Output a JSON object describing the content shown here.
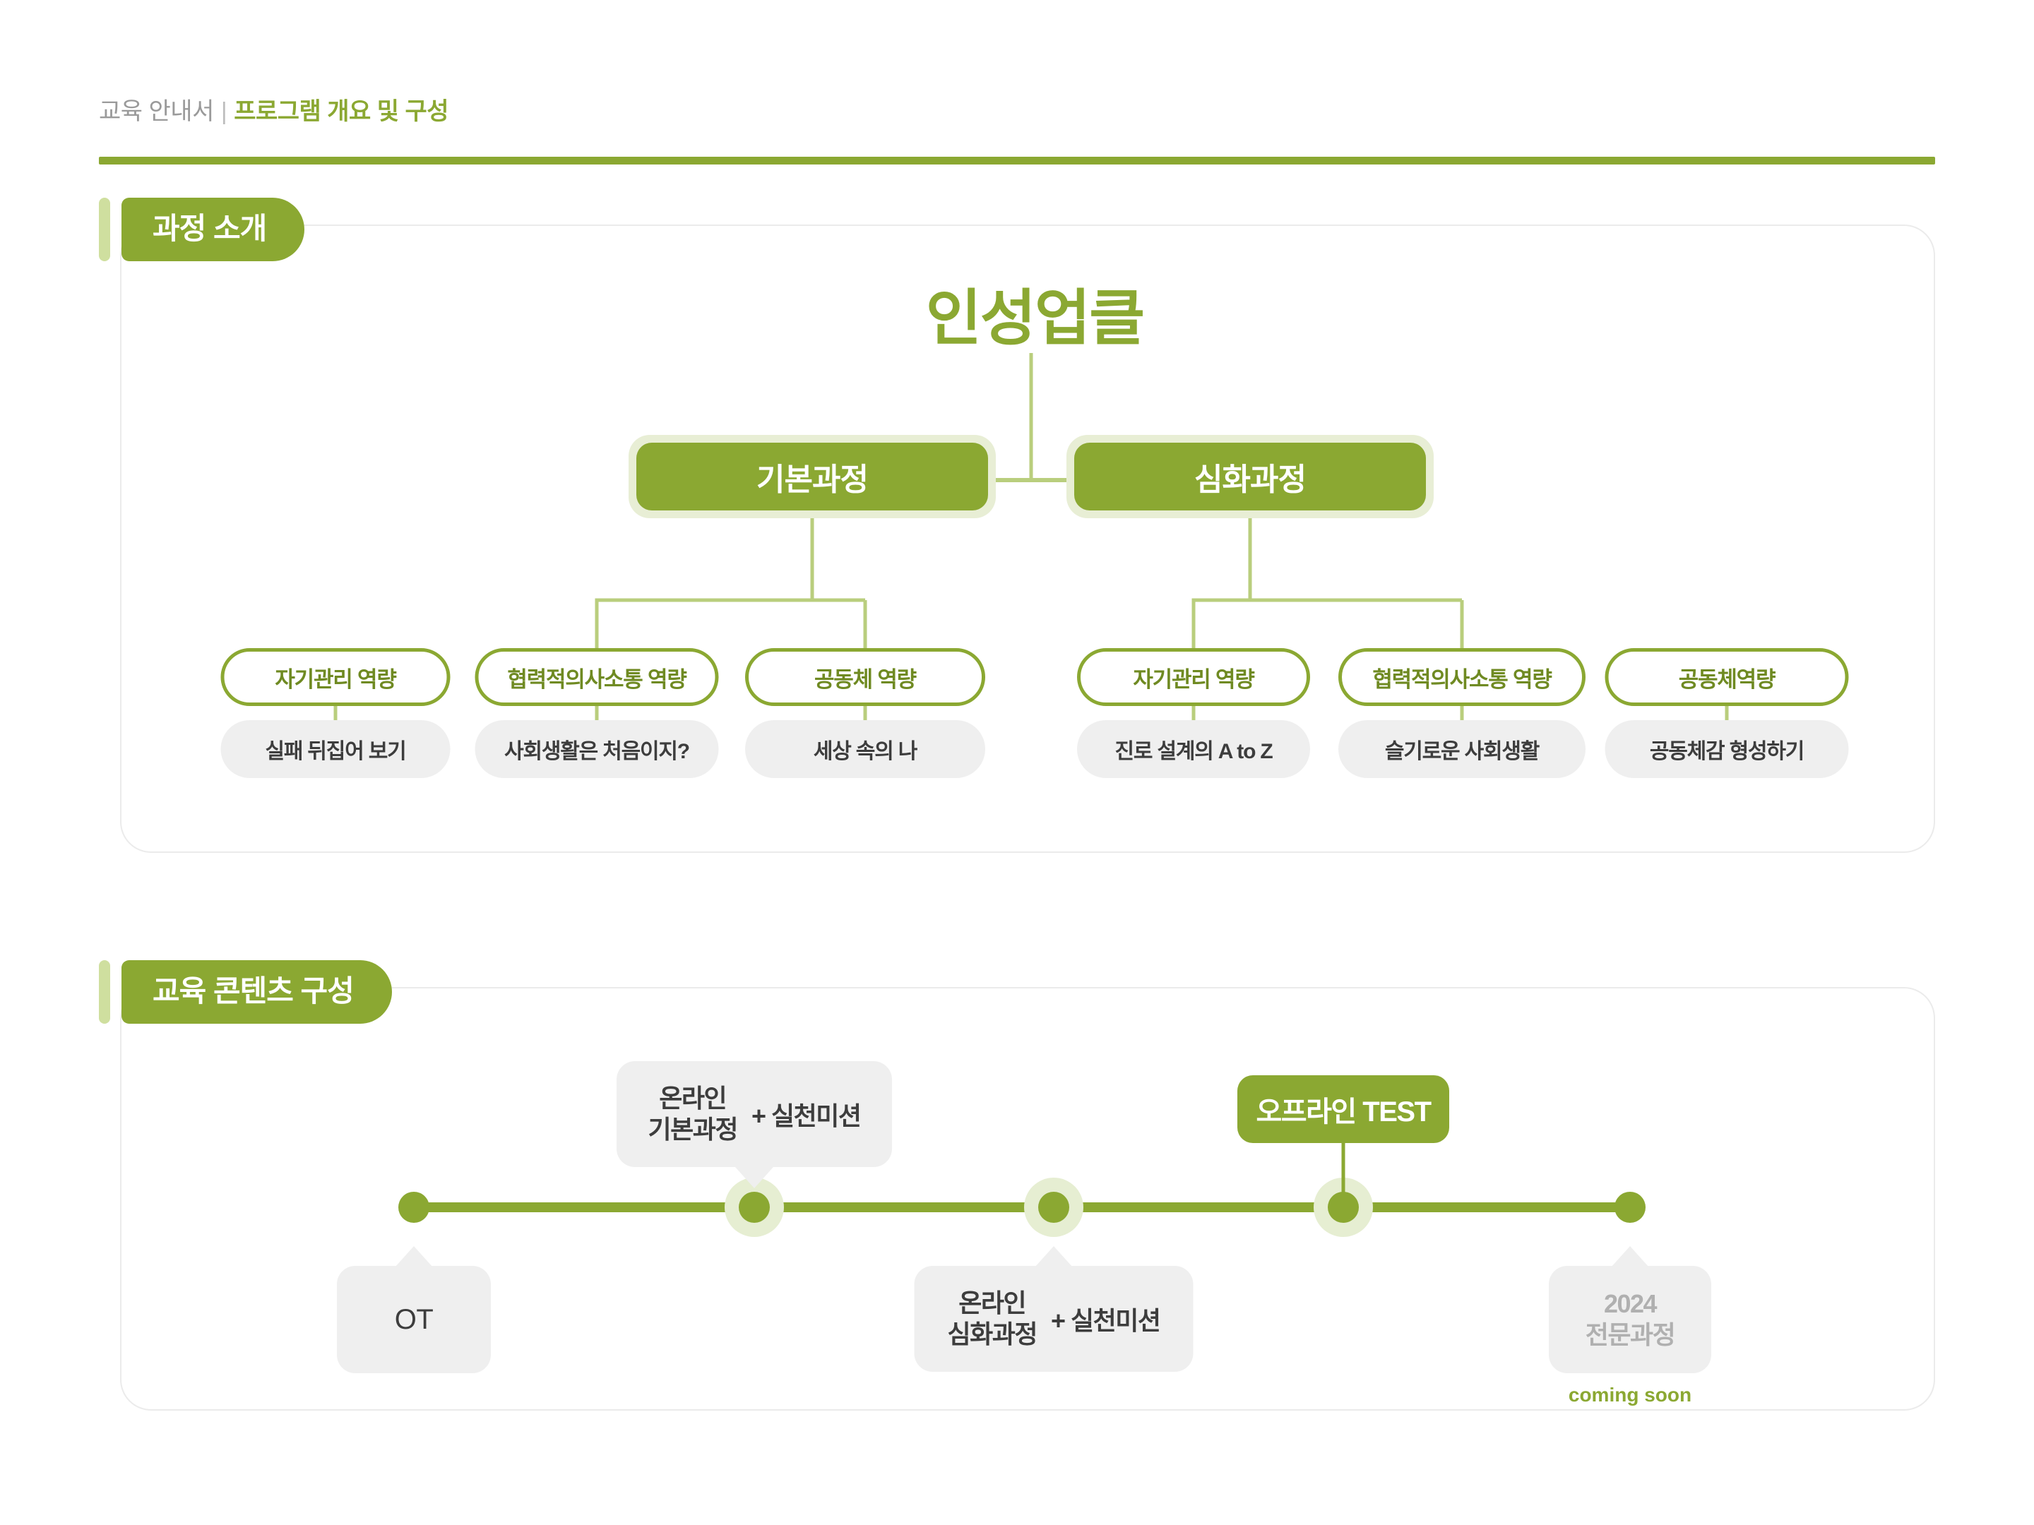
{
  "header": {
    "breadcrumb_prefix": "교육 안내서",
    "separator": "|",
    "breadcrumb_current": "프로그램 개요 및 구성"
  },
  "colors": {
    "primary_green": "#8BA832",
    "light_green": "#cfdf9f",
    "halo_green": "#e6eed2",
    "pill_gray": "#efefef",
    "text_dark": "#3d3d3d",
    "text_muted": "#9a9a9a",
    "dim_gray": "#b0b0b0"
  },
  "section1": {
    "badge_label": "과정 소개",
    "root_title": "인성업클",
    "courses": [
      {
        "label": "기본과정"
      },
      {
        "label": "심화과정"
      }
    ],
    "competencies_basic": [
      "자기관리 역량",
      "협력적의사소통 역량",
      "공동체 역량"
    ],
    "competencies_advanced": [
      "자기관리 역량",
      "협력적의사소통 역량",
      "공동체역량"
    ],
    "topics_basic": [
      "실패 뒤집어 보기",
      "사회생활은 처음이지?",
      "세상 속의 나"
    ],
    "topics_advanced": [
      "진로 설계의 A to Z",
      "슬기로운 사회생활",
      "공동체감 형성하기"
    ]
  },
  "section2": {
    "badge_label": "교육 콘텐츠 구성",
    "timeline": {
      "nodes": [
        {
          "id": "ot",
          "position": "below",
          "style": "gray",
          "line1": "OT",
          "line2": "",
          "suffix": ""
        },
        {
          "id": "online-basic",
          "position": "above",
          "style": "gray",
          "line1": "온라인",
          "line2": "기본과정",
          "suffix": "+ 실천미션"
        },
        {
          "id": "online-advanced",
          "position": "below",
          "style": "gray",
          "line1": "온라인",
          "line2": "심화과정",
          "suffix": "+ 실천미션"
        },
        {
          "id": "offline-test",
          "position": "above",
          "style": "green",
          "line1": "오프라인 TEST",
          "line2": "",
          "suffix": ""
        },
        {
          "id": "pro-course-2024",
          "position": "below",
          "style": "gray-dim",
          "line1": "2024",
          "line2": "전문과정",
          "suffix": "",
          "footnote": "coming soon"
        }
      ]
    }
  }
}
